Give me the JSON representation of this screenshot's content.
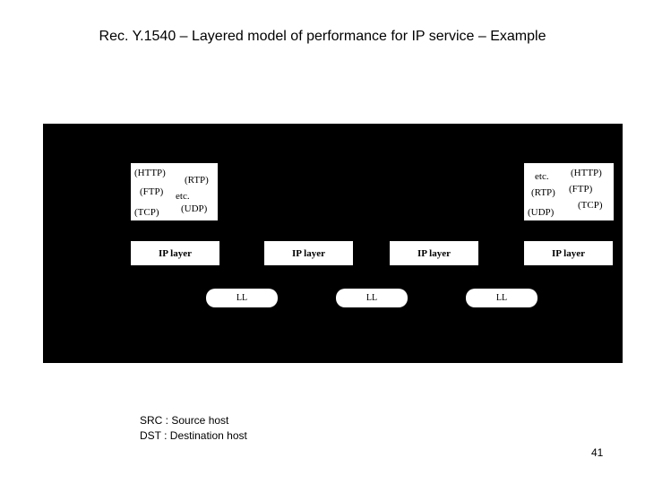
{
  "slide": {
    "title": "Rec. Y.1540 – Layered model of performance for IP service – Example",
    "page_number": "41"
  },
  "diagram": {
    "left_host": {
      "protocols": [
        "(HTTP)",
        "(RTP)",
        "(FTP)",
        "etc.",
        "(TCP)",
        "(UDP)"
      ]
    },
    "right_host": {
      "protocols": [
        "etc.",
        "(HTTP)",
        "(RTP)",
        "(FTP)",
        "(UDP)",
        "(TCP)"
      ]
    },
    "ip_layers": [
      "IP layer",
      "IP layer",
      "IP layer",
      "IP layer"
    ],
    "link_layers": [
      "LL",
      "LL",
      "LL"
    ]
  },
  "legend": {
    "src": "SRC : Source host",
    "dst": "DST : Destination host"
  }
}
